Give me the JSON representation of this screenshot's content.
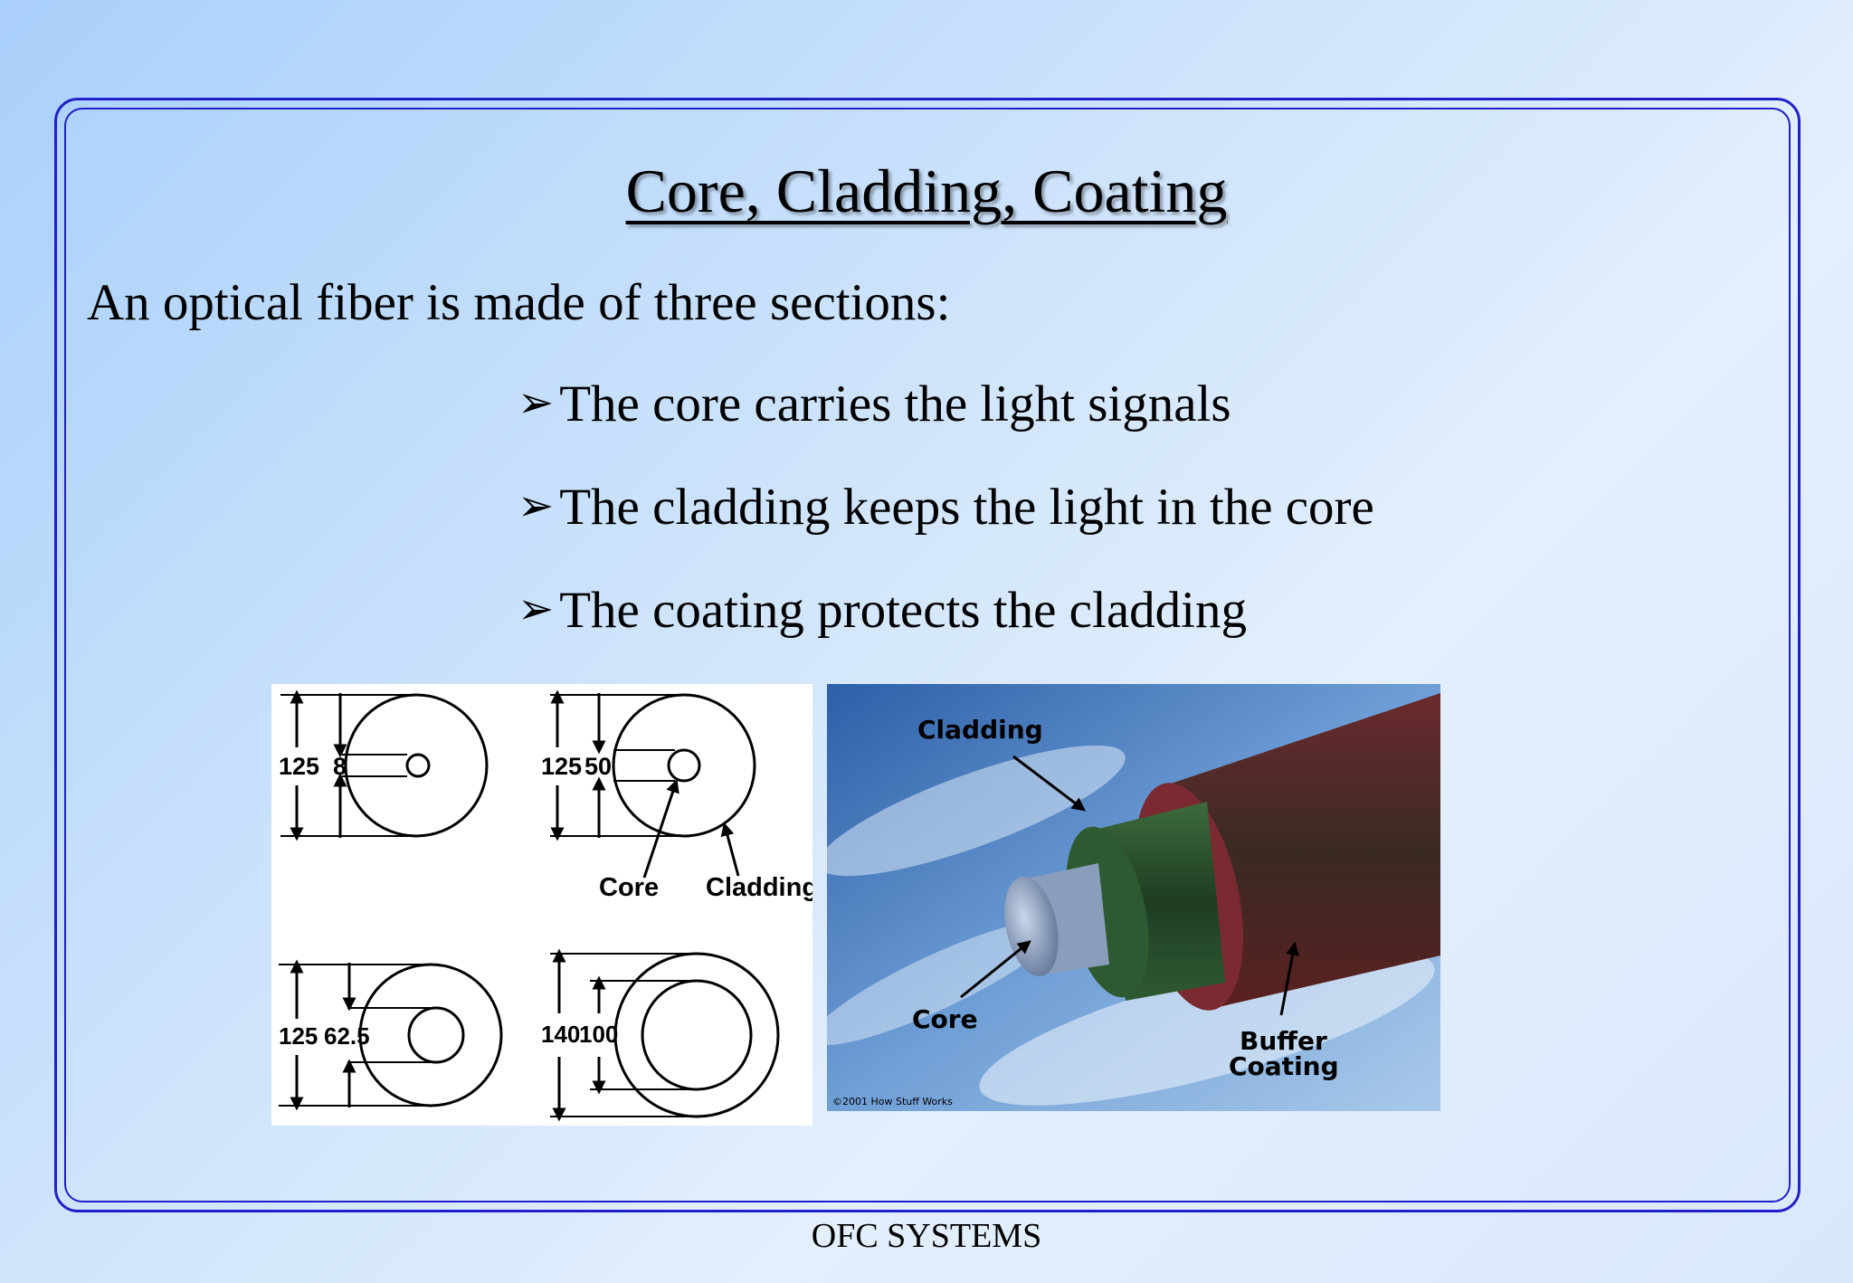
{
  "slide": {
    "title": "Core, Cladding, Coating",
    "intro": "An optical fiber is made of three sections:",
    "bullets": [
      "The core carries the light signals",
      "The cladding keeps the light in the core",
      "The coating protects the cladding"
    ],
    "footer": "OFC SYSTEMS"
  },
  "diagram": {
    "fiber_sm": {
      "outer": "125",
      "core": "8"
    },
    "fiber_mm50": {
      "outer": "125",
      "core": "50",
      "label_core": "Core",
      "label_cladding": "Cladding"
    },
    "fiber_mm62": {
      "outer": "125",
      "core": "62.5"
    },
    "fiber_mm100": {
      "outer": "140",
      "core": "100"
    }
  },
  "photo": {
    "label_cladding": "Cladding",
    "label_core": "Core",
    "label_buffer_line1": "Buffer",
    "label_buffer_line2": "Coating",
    "copyright": "©2001 How Stuff Works"
  },
  "colors": {
    "border": "#2020c8"
  }
}
